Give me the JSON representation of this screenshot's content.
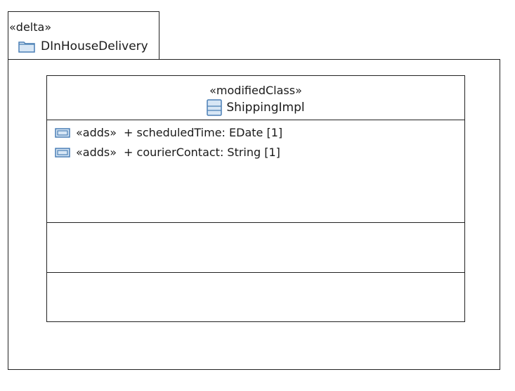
{
  "package": {
    "stereotype": "«delta»",
    "name": "DInHouseDelivery"
  },
  "class": {
    "stereotype": "«modifiedClass»",
    "name": "ShippingImpl",
    "attributes": [
      {
        "stereotype": "«adds»",
        "text": "+ scheduledTime: EDate [1]"
      },
      {
        "stereotype": "«adds»",
        "text": "+ courierContact: String [1]"
      }
    ]
  },
  "colors": {
    "icon_blue": "#4a7fb5",
    "icon_fill": "#d7e6f5",
    "border": "#222222"
  }
}
